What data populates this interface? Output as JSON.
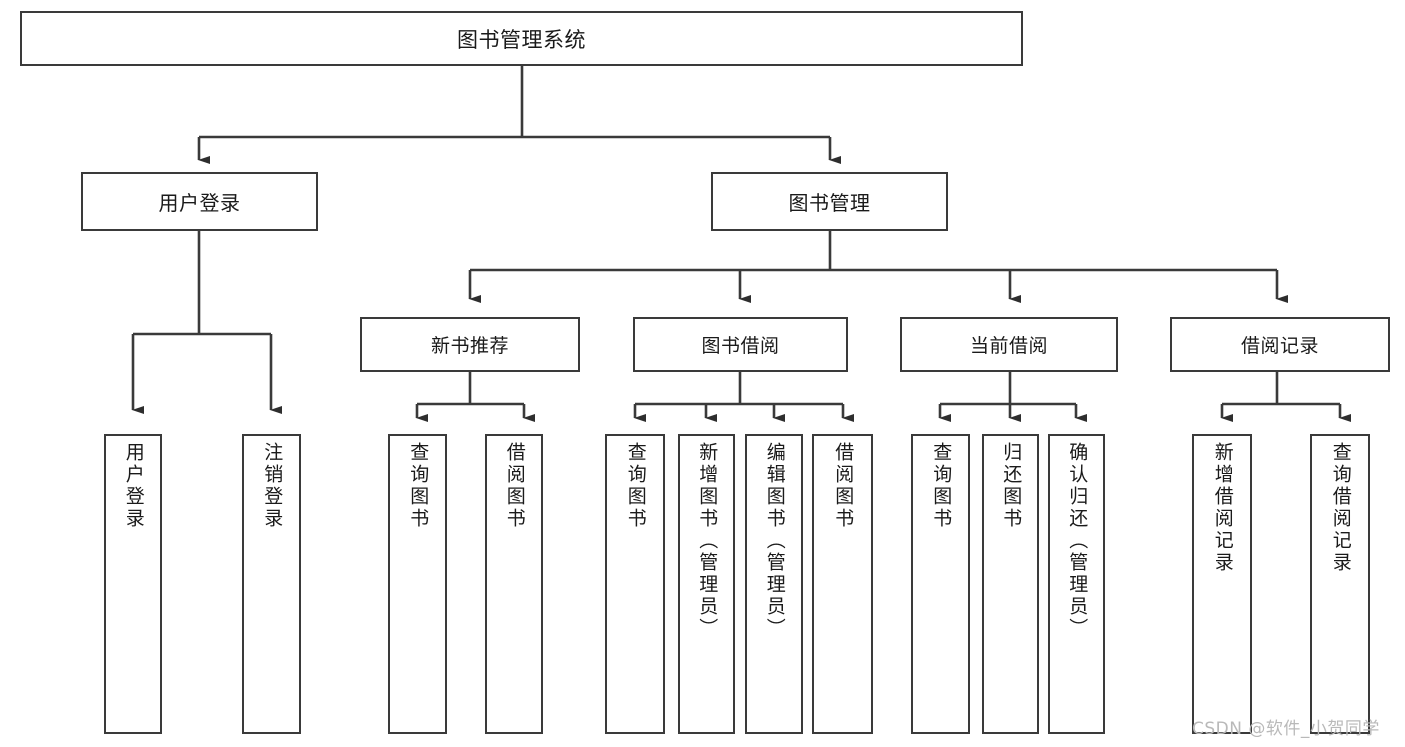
{
  "diagram": {
    "title": "图书管理系统",
    "type": "tree-hierarchy-chart",
    "root": {
      "label": "图书管理系统"
    },
    "level2": [
      {
        "label": "用户登录"
      },
      {
        "label": "图书管理"
      }
    ],
    "level3": [
      {
        "label": "新书推荐"
      },
      {
        "label": "图书借阅"
      },
      {
        "label": "当前借阅"
      },
      {
        "label": "借阅记录"
      }
    ],
    "leaves": {
      "user_login": [
        {
          "label": "用户登录"
        },
        {
          "label": "注销登录"
        }
      ],
      "new_book_recommend": [
        {
          "label": "查询图书"
        },
        {
          "label": "借阅图书"
        }
      ],
      "book_borrow": [
        {
          "label": "查询图书"
        },
        {
          "label": "新增图书（管理员）"
        },
        {
          "label": "编辑图书（管理员）"
        },
        {
          "label": "借阅图书"
        }
      ],
      "current_borrow": [
        {
          "label": "查询图书"
        },
        {
          "label": "归还图书"
        },
        {
          "label": "确认归还（管理员）"
        }
      ],
      "borrow_record": [
        {
          "label": "新增借阅记录"
        },
        {
          "label": "查询借阅记录"
        }
      ]
    }
  },
  "watermark": {
    "text": "CSDN @软件_小贺同学"
  },
  "colors": {
    "stroke": "#3a3a3a",
    "fill": "#ffffff",
    "text": "#1a1a1a",
    "watermark": "#b9b9b9"
  }
}
